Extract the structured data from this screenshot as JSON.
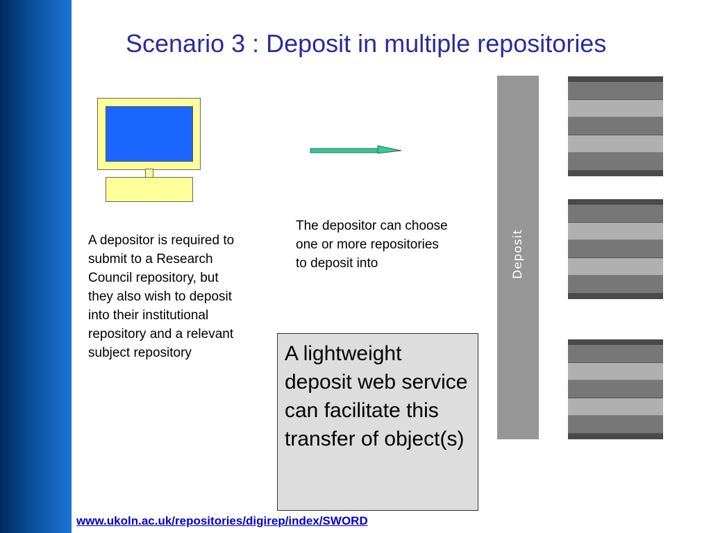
{
  "slide": {
    "title": "Scenario 3 : Deposit in multiple repositories",
    "left_text": "A depositor is required to submit to a Research Council repository, but they also wish to deposit into their institutional repository and a relevant subject repository",
    "middle_text": "The depositor can choose one or more repositories to deposit into",
    "box_text": "A lightweight deposit web service can facilitate this transfer of object(s)",
    "deposit_label": "Deposit",
    "footer_link": "www.ukoln.ac.uk/repositories/digirep/index/SWORD"
  },
  "icons": {
    "computer": "computer-icon",
    "arrow": "right-arrow-icon",
    "repository": "database-stack-icon"
  },
  "colors": {
    "title": "#2b2b9e",
    "sidebar_dark": "#002a5e",
    "sidebar_light": "#1a73d6",
    "monitor_body": "#ffff99",
    "monitor_screen": "#1a66ff",
    "arrow": "#33cc99",
    "deposit_bar": "#969696",
    "info_box": "#dddddd",
    "link": "#0000cc"
  }
}
